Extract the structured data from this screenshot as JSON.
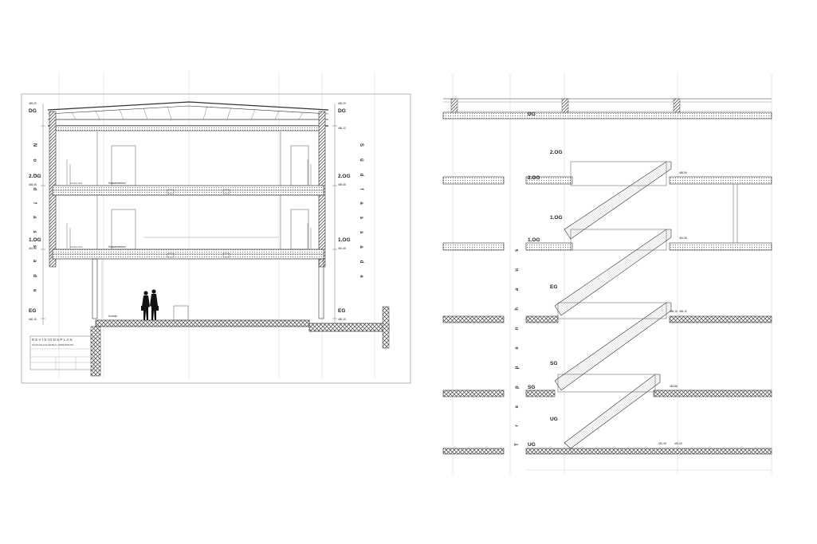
{
  "sheet_left": {
    "levels": {
      "dg": "DG",
      "og2": "2.OG",
      "og1": "1.OG",
      "eg": "EG"
    },
    "elevations": {
      "top_left": "469,29",
      "top_right": "469,29",
      "og2_left": "465,45",
      "og2_right": "465,45",
      "og1_left": "461,56",
      "og1_right": "461,45",
      "eg_left": "460,15",
      "eg_right": "460,15",
      "dg_right": "466,12"
    },
    "room_labels": {
      "klassenzimmer_2og": "Klassenzimmer",
      "korridor_2og": "Korridor 2OG",
      "klassenzimmer_1og": "Klassenzimmer",
      "korridor_1og": "Korridor 1OG",
      "korridor_eg": "Korridor"
    },
    "side_text_left": "Nordfassade",
    "side_text_right": "Südfassade",
    "title_block": {
      "title": "REVISIONSPLAN",
      "subtitle": "SCHULANLAGE NEUBAU / ERWEITERUNG"
    }
  },
  "sheet_right": {
    "levels": {
      "dg": "DG",
      "og2": "2.OG",
      "og2_flight": "2.OG",
      "og1": "1.OG",
      "og1_flight": "1.OG",
      "eg": "EG",
      "sg": "SG",
      "ug": "UG",
      "ug_flight": "UG"
    },
    "elevations": {
      "og2": "465,56",
      "og1": "461,56",
      "eg": "456,12",
      "sg": "454,86",
      "sg_landing": "456,16",
      "ug": "451,08",
      "ug_2": "451,60"
    },
    "side_text": "Treppenhaus"
  }
}
